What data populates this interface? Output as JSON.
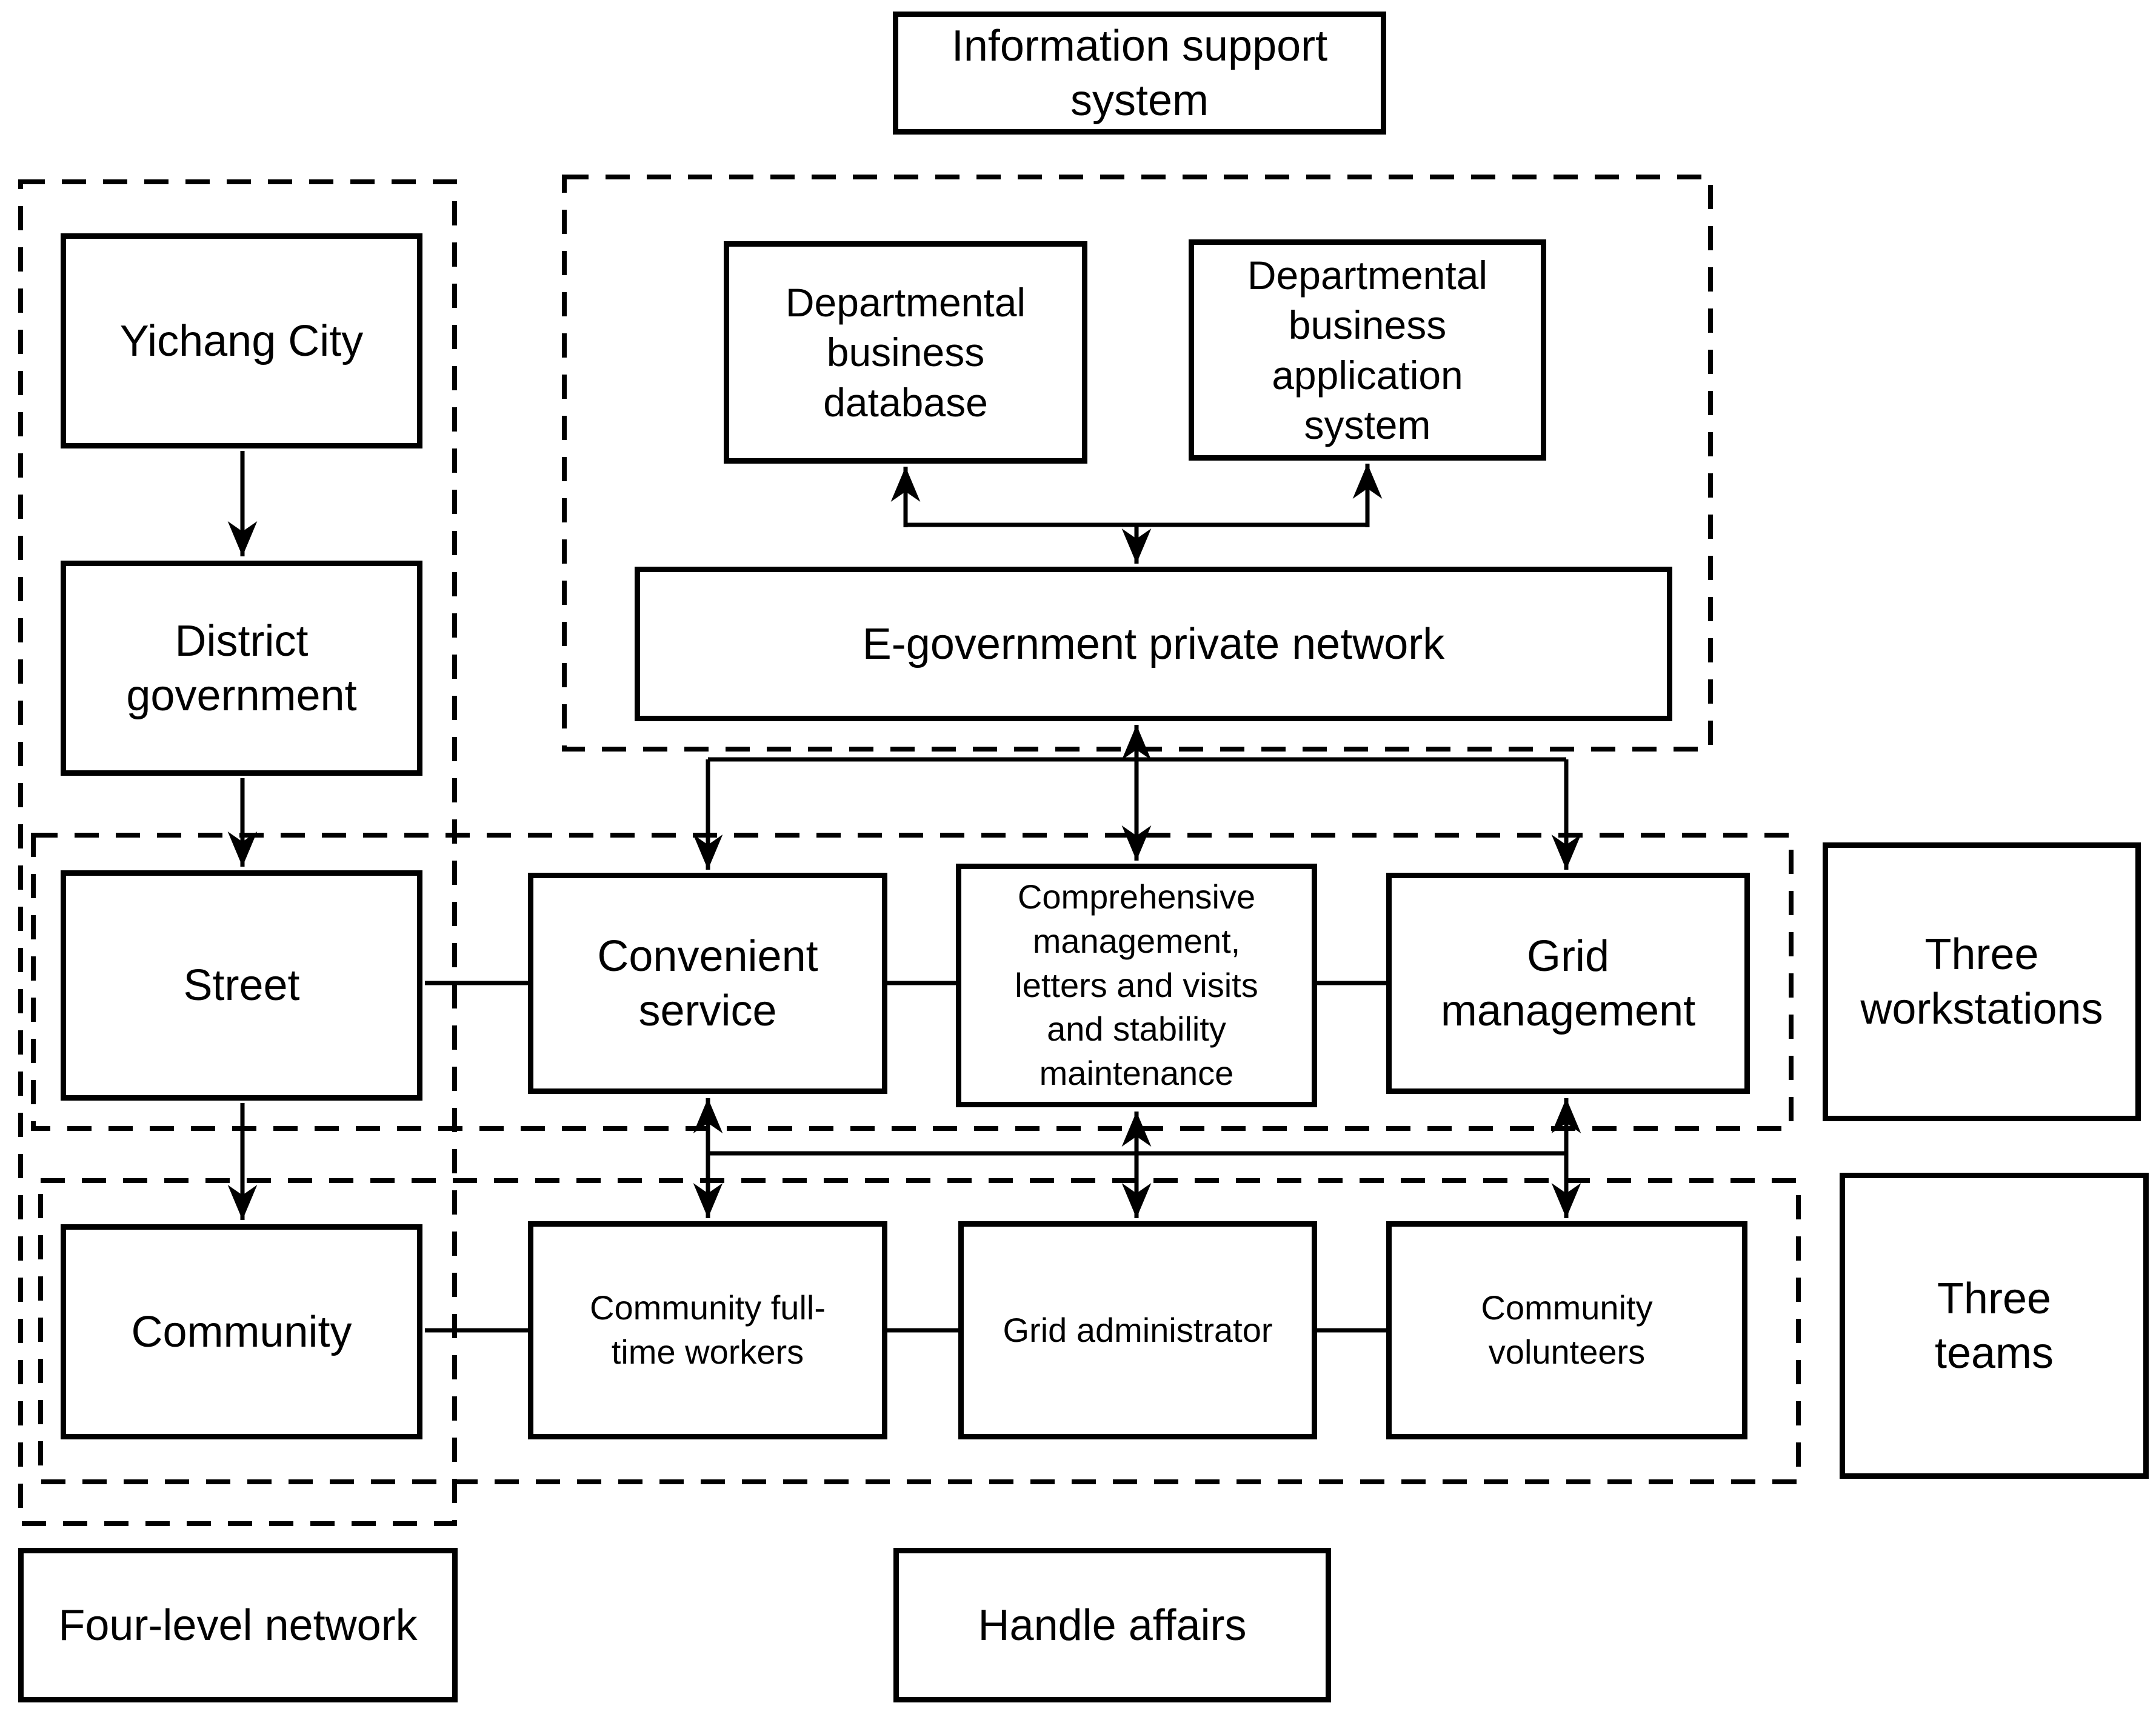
{
  "diagram": {
    "colors": {
      "line": "#000000",
      "background": "#ffffff",
      "text": "#000000"
    },
    "boxes": {
      "info_support_system": "Information support\nsystem",
      "yichang_city": "Yichang City",
      "district_government": "District\ngovernment",
      "street": "Street",
      "community": "Community",
      "departmental_business_database": "Departmental\nbusiness\ndatabase",
      "departmental_business_application_system": "Departmental\nbusiness\napplication\nsystem",
      "egovernment_private_network": "E-government private network",
      "convenient_service": "Convenient\nservice",
      "comprehensive_management": "Comprehensive\nmanagement,\nletters and visits\nand stability\nmaintenance",
      "grid_management": "Grid\nmanagement",
      "three_workstations": "Three\nworkstations",
      "community_full_time_workers": "Community full-\ntime workers",
      "grid_administrator": "Grid administrator",
      "community_volunteers": "Community\nvolunteers",
      "three_teams": "Three\nteams",
      "four_level_network": "Four-level network",
      "handle_affairs": "Handle affairs"
    }
  }
}
